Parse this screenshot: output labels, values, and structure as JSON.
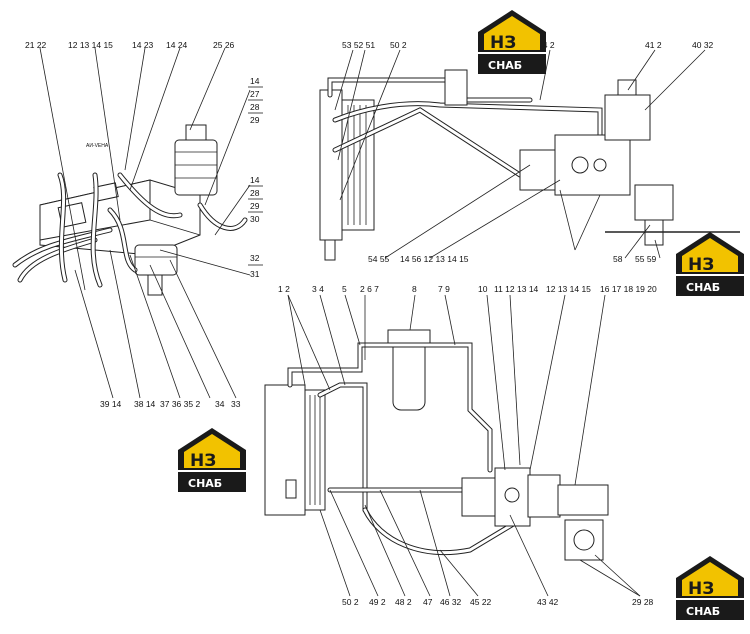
{
  "watermark": {
    "logo_letters": "НЗ",
    "logo_word": "СНАБ"
  },
  "views": {
    "left": {
      "labels_top": [
        "21 22",
        "12 13 14 15",
        "14 23",
        "14 24",
        "25 26"
      ],
      "labels_right": [
        "14",
        "27",
        "28",
        "29",
        "14",
        "28",
        "29",
        "30",
        "31",
        "32"
      ],
      "labels_bottom": [
        "39 14",
        "38 14",
        "37 36 35 2",
        "34",
        "33"
      ],
      "annotation": "АИ-VЕНА"
    },
    "top_right": {
      "labels_top": [
        "53 52 51",
        "50 2",
        "44 2",
        "41 2",
        "40 32"
      ],
      "labels_bottom": [
        "54 55",
        "14 56 12 13 14 15",
        "58",
        "55 59"
      ]
    },
    "bottom": {
      "labels_top": [
        "1 2",
        "3 4",
        "5",
        "2 6 7",
        "8",
        "7 9",
        "10",
        "11 12 13 14",
        "12 13 14 15",
        "16 17 18 19 20"
      ],
      "labels_bottom": [
        "50 2",
        "49 2",
        "48 2",
        "47",
        "46 32",
        "45 22",
        "43 42",
        "29 28"
      ]
    }
  }
}
